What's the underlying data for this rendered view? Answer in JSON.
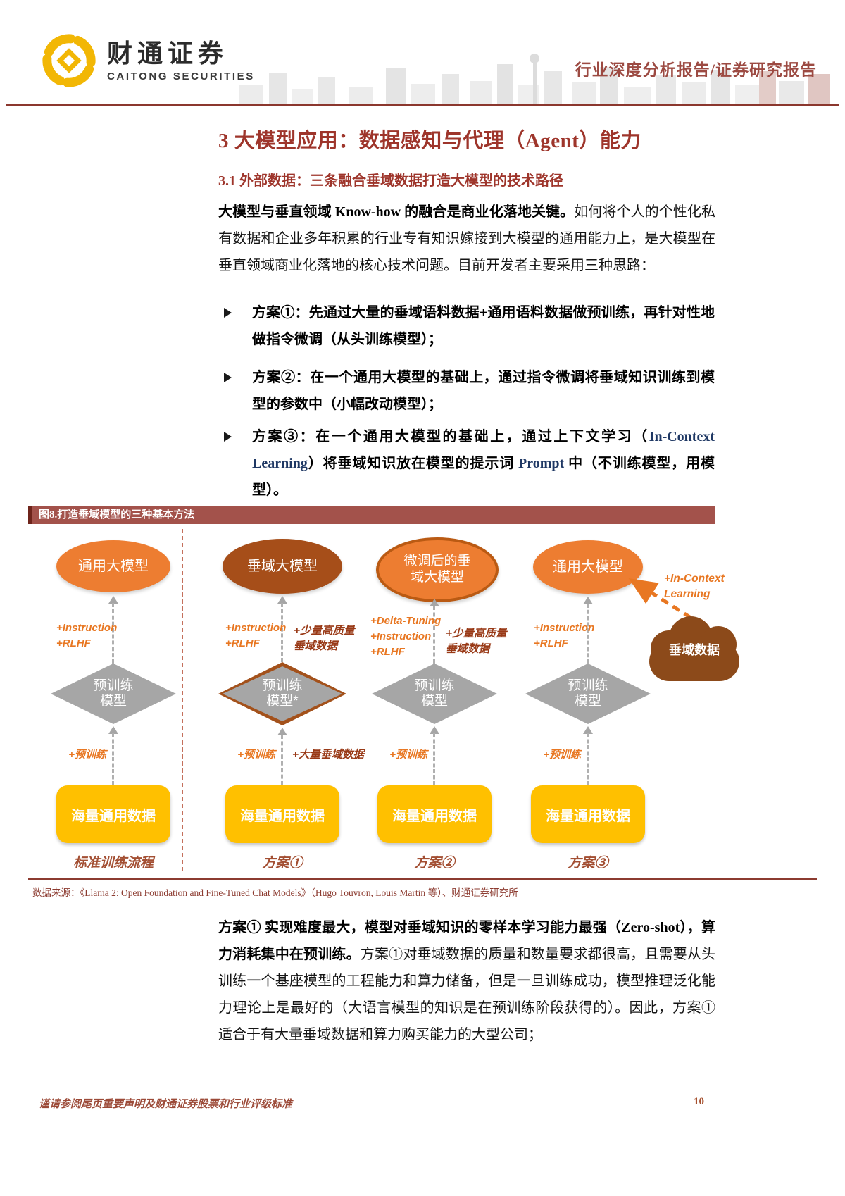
{
  "header": {
    "logo_title": "财通证券",
    "logo_subtitle": "CAITONG SECURITIES",
    "report_type": "行业深度分析报告/证券研究报告"
  },
  "section": {
    "h1": "3  大模型应用：数据感知与代理（Agent）能力",
    "h2": "3.1 外部数据：三条融合垂域数据打造大模型的技术路径"
  },
  "intro": {
    "bold": "大模型与垂直领域 Know-how 的融合是商业化落地关键。",
    "rest": "如何将个人的个性化私有数据和企业多年积累的行业专有知识嫁接到大模型的通用能力上，是大模型在垂直领域商业化落地的核心技术问题。目前开发者主要采用三种思路："
  },
  "bullets": {
    "b1": "方案①：先通过大量的垂域语料数据+通用语料数据做预训练，再针对性地做指令微调（从头训练模型）；",
    "b2": "方案②：在一个通用大模型的基础上，通过指令微调将垂域知识训练到模型的参数中（小幅改动模型）；",
    "b3_pre": "方案③：在一个通用大模型的基础上，通过上下文学习（",
    "b3_en1": "In-Context Learning",
    "b3_mid": "）将垂域知识放在模型的提示词 ",
    "b3_en2": "Prompt",
    "b3_post": " 中（不训练模型，用模型）。"
  },
  "figure": {
    "title": "图8.打造垂域模型的三种基本方法",
    "source": "数据来源：《Llama 2: Open Foundation and Fine-Tuned Chat Models》（Hugo Touvron, Louis Martin 等）、财通证券研究所",
    "columns": [
      {
        "top": "通用大模型",
        "mid_left": "+Instruction\n+RLHF",
        "diamond": "预训练\n模型",
        "low_left": "+预训练",
        "bottom": "海量通用数据",
        "label": "标准训练流程"
      },
      {
        "top": "垂域大模型",
        "mid_left": "+Instruction\n+RLHF",
        "mid_right": "+少量高质量\n垂域数据",
        "diamond": "预训练\n模型*",
        "low_left": "+预训练",
        "low_right": "+大量垂域数据",
        "bottom": "海量通用数据",
        "label": "方案①"
      },
      {
        "top": "微调后的垂\n域大模型",
        "mid_left": "+Delta-Tuning\n+Instruction\n+RLHF",
        "mid_right": "+少量高质量\n垂域数据",
        "diamond": "预训练\n模型",
        "low_left": "+预训练",
        "bottom": "海量通用数据",
        "label": "方案②"
      },
      {
        "top": "通用大模型",
        "mid_left": "+Instruction\n+RLHF",
        "diamond": "预训练\n模型",
        "low_left": "+预训练",
        "bottom": "海量通用数据",
        "label": "方案③",
        "cloud": "垂域数据",
        "cloud_arrow_label": "+In-Context\nLearning"
      }
    ]
  },
  "para2": {
    "bold_pre": "方案① 实现难度最大，模型对垂域知识的零样本学习能力最强（",
    "en": "Zero-shot",
    "bold_post": "），算力消耗集中在预训练。",
    "rest": "方案①对垂域数据的质量和数量要求都很高，且需要从头训练一个基座模型的工程能力和算力储备，但是一旦训练成功，模型推理泛化能力理论上是最好的（大语言模型的知识是在预训练阶段获得的）。因此，方案①适合于有大量垂域数据和算力购买能力的大型公司；"
  },
  "footer": {
    "disclaimer": "谨请参阅尾页重要声明及财通证券股票和行业评级标准",
    "page_number": "10"
  },
  "colors": {
    "brand_red": "#8c3b30",
    "heading_red": "#9e352b",
    "orange": "#ed7d31",
    "brown": "#a64e19",
    "cloud_brown": "#8c4a1a",
    "gray": "#a6a6a6",
    "yellow": "#ffc000",
    "navy_english": "#1f3864",
    "logo_gold": "#f2b705"
  }
}
